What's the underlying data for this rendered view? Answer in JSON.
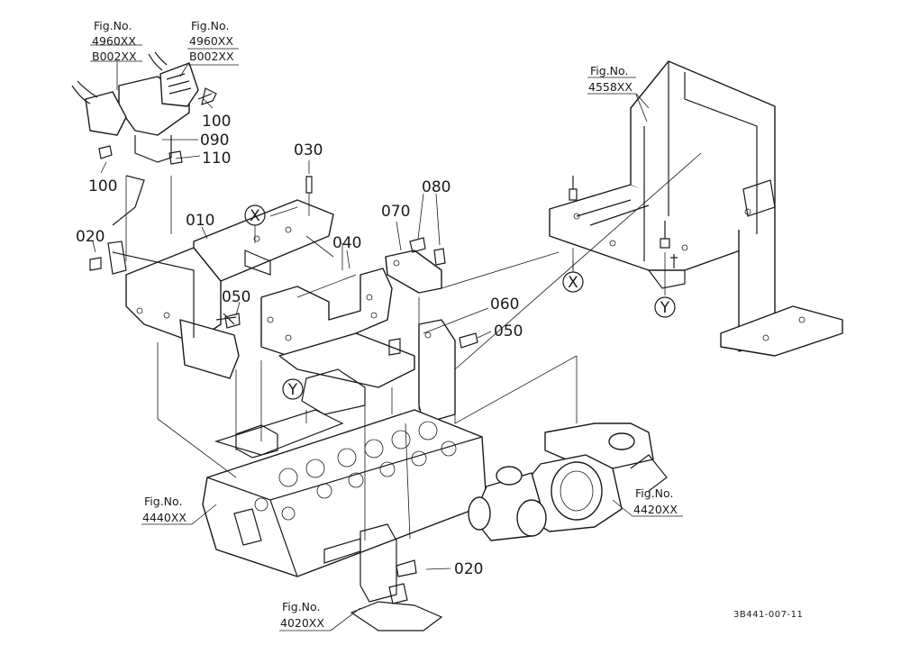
{
  "fig_refs": {
    "top_left_1_label": "Fig.No.",
    "top_left_1_code1": "4960XX",
    "top_left_1_code2": "B002XX",
    "top_left_2_label": "Fig.No.",
    "top_left_2_code1": "4960XX",
    "top_left_2_code2": "B002XX",
    "frame_label": "Fig.No.",
    "frame_code": "4558XX",
    "head_label": "Fig.No.",
    "head_code": "4440XX",
    "turbo_label": "Fig.No.",
    "turbo_code": "4420XX",
    "bottom_label": "Fig.No.",
    "bottom_code": "4020XX"
  },
  "parts": {
    "p010": "010",
    "p020_left": "020",
    "p020_bottom": "020",
    "p030": "030",
    "p040": "040",
    "p050_left": "050",
    "p050_right": "050",
    "p060": "060",
    "p070": "070",
    "p080": "080",
    "p090": "090",
    "p100_top": "100",
    "p100_left": "100",
    "p110": "110"
  },
  "markers": {
    "x_upper": "X",
    "x_frame": "X",
    "y_mid": "Y",
    "y_frame": "Y"
  },
  "drawing_ref": "3B441-007-11"
}
